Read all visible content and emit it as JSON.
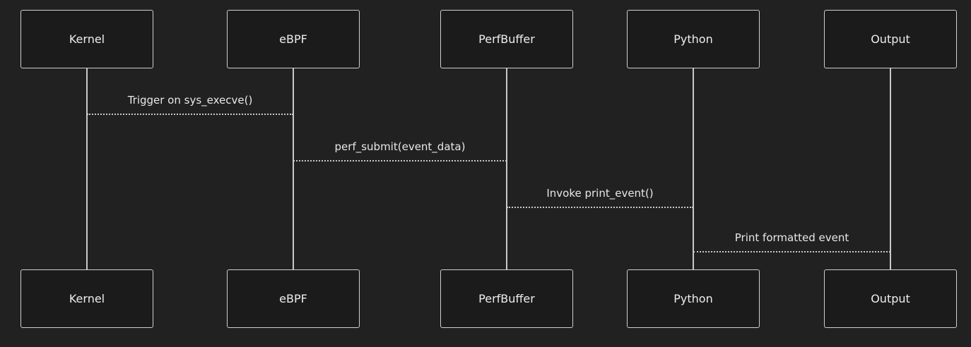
{
  "diagram": {
    "type": "sequence-diagram",
    "colors": {
      "background": "#212121",
      "actor_fill": "#1b1b1b",
      "actor_border": "#cfcfcf",
      "line": "#c9c9c9",
      "text": "#e8e8e8"
    }
  },
  "actors": [
    {
      "label": "Kernel"
    },
    {
      "label": "eBPF"
    },
    {
      "label": "PerfBuffer"
    },
    {
      "label": "Python"
    },
    {
      "label": "Output"
    }
  ],
  "messages": [
    {
      "from": "Kernel",
      "to": "eBPF",
      "label": "Trigger on sys_execve()"
    },
    {
      "from": "eBPF",
      "to": "PerfBuffer",
      "label": "perf_submit(event_data)"
    },
    {
      "from": "PerfBuffer",
      "to": "Python",
      "label": "Invoke print_event()"
    },
    {
      "from": "Python",
      "to": "Output",
      "label": "Print formatted event"
    }
  ]
}
